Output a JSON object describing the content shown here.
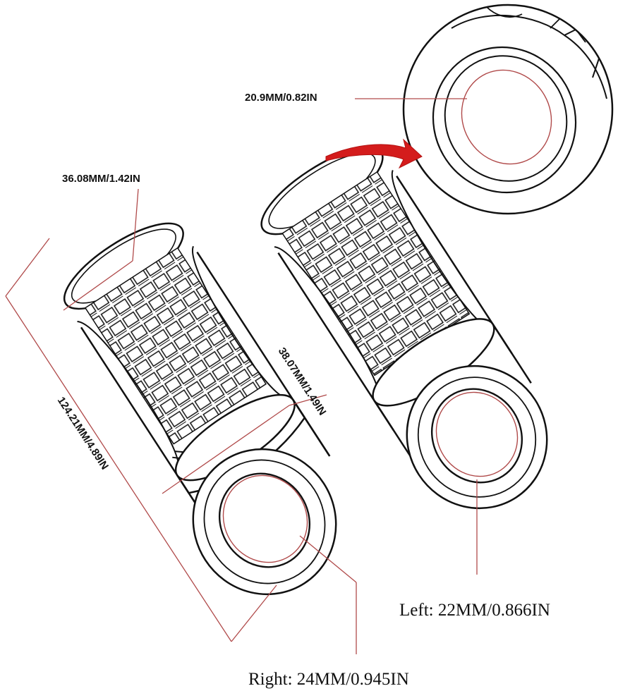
{
  "labels": {
    "inner_opening": "20.9MM/0.82IN",
    "grip_diameter": "36.08MM/1.42IN",
    "end_diameter": "38.07MM/1.49IN",
    "length": "124.21MM/4.89IN",
    "left_bore": "Left: 22MM/0.866IN",
    "right_bore": "Right: 24MM/0.945IN"
  },
  "colors": {
    "outline": "#111111",
    "dimension_line": "#b04a4a",
    "arrow": "#d41c1c"
  }
}
